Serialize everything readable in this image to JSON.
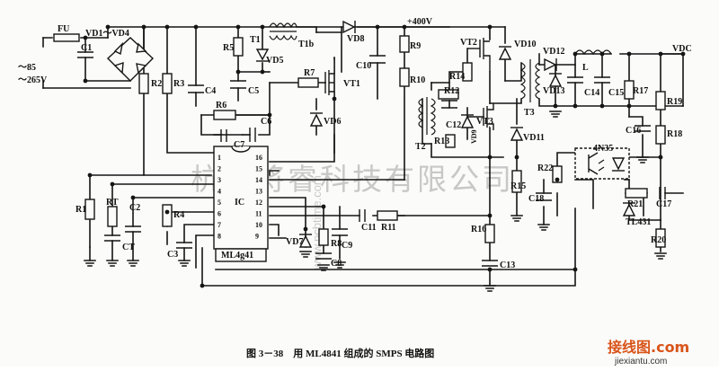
{
  "caption": "图 3－38　用 ML4841 组成的 SMPS 电路图",
  "watermark_cn": "杭州将睿科技有限公司",
  "watermark_vertical": "www.pcbtime.com",
  "site_logo": "接线图.com",
  "site_url": "jiexiantu.com",
  "labels": {
    "fu": "FU",
    "vd1_vd4": "VD1～VD4",
    "c1": "C1",
    "ac_in": "～85",
    "ac_in2": "～265V",
    "r1": "R1",
    "rt": "RT",
    "ct": "CT",
    "c2": "C2",
    "r2": "R2",
    "r3": "R3",
    "r4": "R4",
    "c3": "C3",
    "c4": "C4",
    "r5": "R5",
    "c5": "C5",
    "vd5": "VD5",
    "t1": "T1",
    "t1b": "T1b",
    "vd8": "VD8",
    "r6": "R6",
    "c6": "C6",
    "c7": "C7",
    "r7": "R7",
    "vt1": "VT1",
    "vd6": "VD6",
    "v400": "+400V",
    "r9": "R9",
    "r10": "R10",
    "c10": "C10",
    "vt2": "VT2",
    "vd10": "VD10",
    "r14": "R14",
    "r12": "R12",
    "c12": "C12",
    "t2": "T2",
    "r13": "R13",
    "vd9": "VD9",
    "vt3": "VT3",
    "vd11": "VD11",
    "t3": "T3",
    "vd12": "VD12",
    "vd13": "VD13",
    "l": "L",
    "c14": "C14",
    "c15": "C15",
    "r17": "R17",
    "r19": "R19",
    "vdc": "VDC",
    "c16": "C16",
    "r18": "R18",
    "n4n35": "4N35",
    "r21": "R21",
    "c17": "C17",
    "tl431": "TL431",
    "r20": "R20",
    "r22": "R22",
    "r15": "R15",
    "c18": "C18",
    "r16": "R16",
    "c13": "C13",
    "ic": "IC",
    "chip": "ML4g41",
    "vd7": "VD7",
    "r8": "R8",
    "c8": "C8",
    "c9": "C9",
    "c11": "C11",
    "r11": "R11"
  },
  "ic_pins_left": [
    "1",
    "2",
    "3",
    "4",
    "5",
    "6",
    "7",
    "8"
  ],
  "ic_pins_right": [
    "16",
    "15",
    "14",
    "13",
    "12",
    "11",
    "10",
    "9"
  ]
}
